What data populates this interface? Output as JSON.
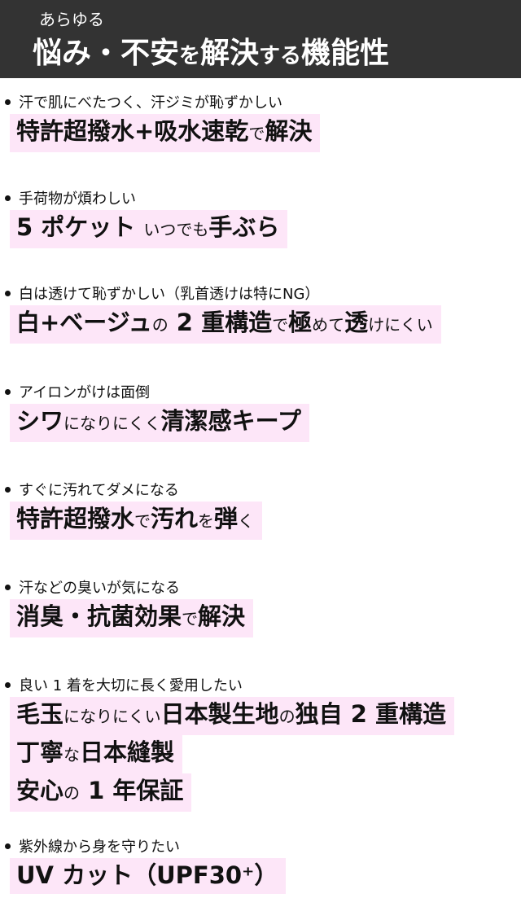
{
  "header": {
    "pre": "あらゆる",
    "title": [
      {
        "t": "悩み・不安"
      },
      {
        "t": "を",
        "s": 1
      },
      {
        "t": "解決"
      },
      {
        "t": "する",
        "s": 1
      },
      {
        "t": "機能性"
      }
    ]
  },
  "colors": {
    "header_bg": "#333333",
    "highlight": "#fde6f8"
  },
  "items": [
    {
      "q": "汗で肌にべたつく、汗ジミが恥ずかしい",
      "lines": [
        [
          {
            "t": "特許超撥水+吸水速乾"
          },
          {
            "t": "で",
            "s": 1
          },
          {
            "t": "解決"
          }
        ]
      ]
    },
    {
      "q": "手荷物が煩わしい",
      "lines": [
        [
          {
            "t": "5 ポケット "
          },
          {
            "t": "いつでも",
            "s": 1
          },
          {
            "t": "手ぶら"
          }
        ]
      ]
    },
    {
      "q": "白は透けて恥ずかしい（乳首透けは特にNG）",
      "lines": [
        [
          {
            "t": "白+ベージュ"
          },
          {
            "t": "の",
            "s": 1
          },
          {
            "t": " 2 重構造"
          },
          {
            "t": "で",
            "s": 1
          },
          {
            "t": "極"
          },
          {
            "t": "めて",
            "s": 1
          },
          {
            "t": "透"
          },
          {
            "t": "けにくい",
            "s": 1
          }
        ]
      ]
    },
    {
      "q": "アイロンがけは面倒",
      "lines": [
        [
          {
            "t": "シワ"
          },
          {
            "t": "になりにくく",
            "s": 1
          },
          {
            "t": "清潔感キープ"
          }
        ]
      ]
    },
    {
      "q": "すぐに汚れてダメになる",
      "lines": [
        [
          {
            "t": "特許超撥水"
          },
          {
            "t": "で",
            "s": 1
          },
          {
            "t": "汚れ"
          },
          {
            "t": "を",
            "s": 1
          },
          {
            "t": "弾"
          },
          {
            "t": "く",
            "s": 1
          }
        ]
      ]
    },
    {
      "q": "汗などの臭いが気になる",
      "lines": [
        [
          {
            "t": "消臭・抗菌効果"
          },
          {
            "t": "で",
            "s": 1
          },
          {
            "t": "解決"
          }
        ]
      ]
    },
    {
      "q": "良い 1 着を大切に長く愛用したい",
      "lines": [
        [
          {
            "t": "毛玉"
          },
          {
            "t": "になりにくい",
            "s": 1
          },
          {
            "t": "日本製生地"
          },
          {
            "t": "の",
            "s": 1
          },
          {
            "t": "独自 2 重構造"
          }
        ],
        [
          {
            "t": "丁寧"
          },
          {
            "t": "な",
            "s": 1
          },
          {
            "t": "日本縫製"
          }
        ],
        [
          {
            "t": "安心"
          },
          {
            "t": "の",
            "s": 1
          },
          {
            "t": " 1 年保証"
          }
        ]
      ]
    },
    {
      "q": "紫外線から身を守りたい",
      "lines": [
        [
          {
            "t": "UV カット（UPF30⁺）"
          }
        ]
      ]
    }
  ]
}
